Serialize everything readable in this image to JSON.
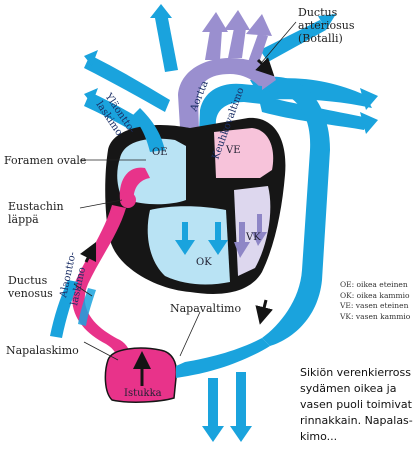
{
  "labels": {
    "ductus_arteriosus": [
      "Ductus",
      "arteriosus",
      "(Botalli)"
    ],
    "foramen_ovale": "Foramen ovale",
    "eustachin": [
      "Eustachin",
      "läppä"
    ],
    "ductus_venosus": [
      "Ductus",
      "venosus"
    ],
    "napalaskimo": "Napalaskimo",
    "napavaltimo": "Napavaltimo",
    "istukka": "Istukka",
    "aortta": "Aortta",
    "keuhkovaltimo": "Keuhkovaltimo",
    "ylaonttolaskimo": [
      "Yläontto-",
      "laskimo"
    ],
    "alaonttolaskimo": [
      "Alaontto-",
      "laskimo"
    ],
    "oe": "OE",
    "ve": "VE",
    "ok": "OK",
    "vk": "VK"
  },
  "legend": [
    "OE: oikea eteinen",
    "OK: oikea kammio",
    "VE: vasen eteinen",
    "VK: vasen kammio"
  ],
  "caption": [
    "Sikiön verenkierross",
    "sydämen oikea ja",
    "vasen puoli toimivat",
    "rinnakkain. Napalas-",
    "kimo..."
  ],
  "colors": {
    "oxygen_poor": "#1aa3dd",
    "oxygen_rich": "#e8338a",
    "mixed": "#9a8fcf",
    "heart_outline": "#161616"
  }
}
